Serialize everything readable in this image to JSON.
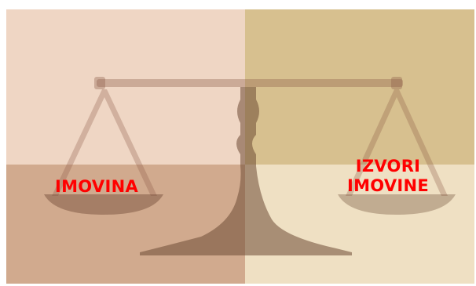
{
  "labels": {
    "left_pan": "IMOVINA",
    "right_pan_line1": "IZVORI",
    "right_pan_line2": "IMOVINE"
  },
  "colors": {
    "label_text": "#ff0000",
    "quadrant_top_left": "#efd6c4",
    "quadrant_top_right": "#d7c08f",
    "quadrant_bottom_left": "#d1aa8e",
    "quadrant_bottom_right": "#efe0c3"
  }
}
